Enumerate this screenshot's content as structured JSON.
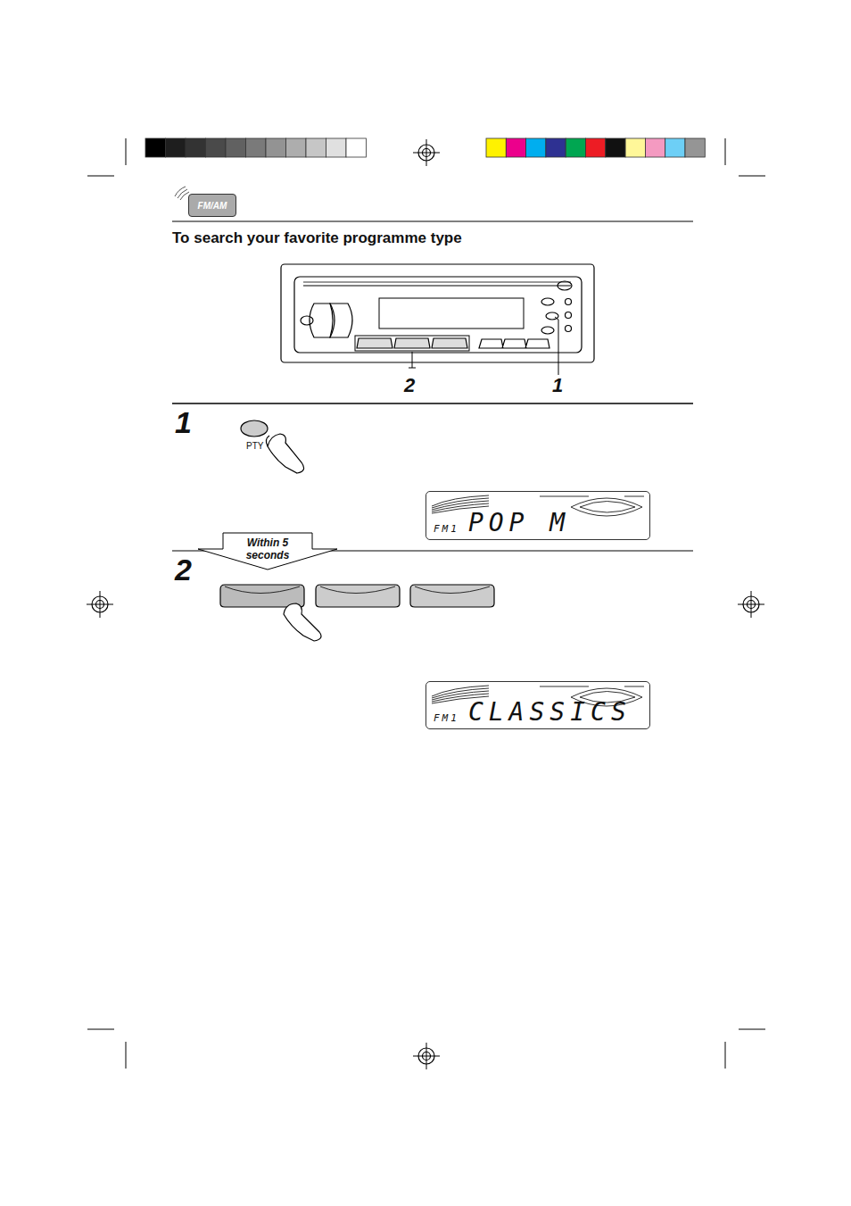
{
  "diagram": {
    "title": "To search your favorite programme type",
    "nodes": [
      {
        "text": [
          "FM/AM"
        ]
      },
      {
        "text": [
          "FM1",
          "POP M"
        ]
      },
      {
        "text": [
          "Within 5 seconds"
        ]
      },
      {
        "text": [
          "FM1",
          "CLASSICS"
        ]
      }
    ],
    "labels": [
      "2",
      "1",
      "1",
      "PTY",
      "2"
    ]
  }
}
